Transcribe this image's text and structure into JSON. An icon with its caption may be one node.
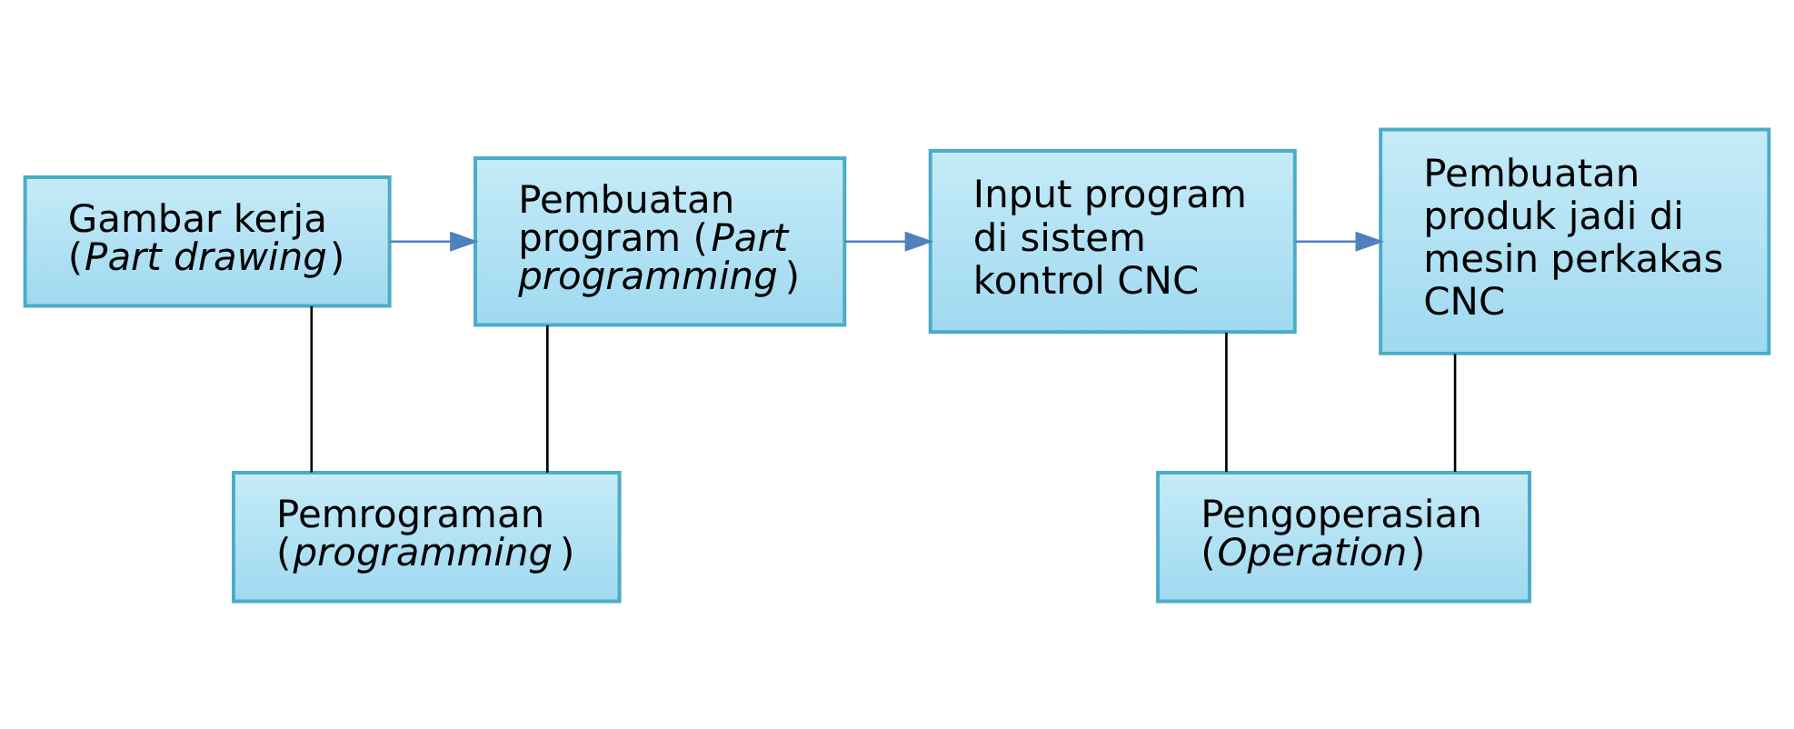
{
  "diagram": {
    "nodes": [
      {
        "text": [
          "Gambar kerja (*Part drawing*)"
        ]
      },
      {
        "text": [
          "Pembuatan program (*Part programming*)"
        ]
      },
      {
        "text": [
          "Input program di sistem kontrol CNC"
        ]
      },
      {
        "text": [
          "Pembuatan produk jadi di mesin perkakas CNC"
        ]
      },
      {
        "text": [
          "Pemrograman (*programming*)"
        ]
      },
      {
        "text": [
          "Pengoperasian (*Operation*)"
        ]
      }
    ],
    "edges": [
      {
        "from": 0,
        "to": 1,
        "arrow": "to",
        "color": "#4f81bd"
      },
      {
        "from": 1,
        "to": 2,
        "arrow": "to",
        "color": "#4f81bd"
      },
      {
        "from": 2,
        "to": 3,
        "arrow": "to",
        "color": "#4f81bd"
      },
      {
        "from": 0,
        "to": 4,
        "arrow": "none"
      },
      {
        "from": 1,
        "to": 4,
        "arrow": "none"
      },
      {
        "from": 2,
        "to": 5,
        "arrow": "none"
      },
      {
        "from": 3,
        "to": 5,
        "arrow": "none"
      }
    ]
  }
}
